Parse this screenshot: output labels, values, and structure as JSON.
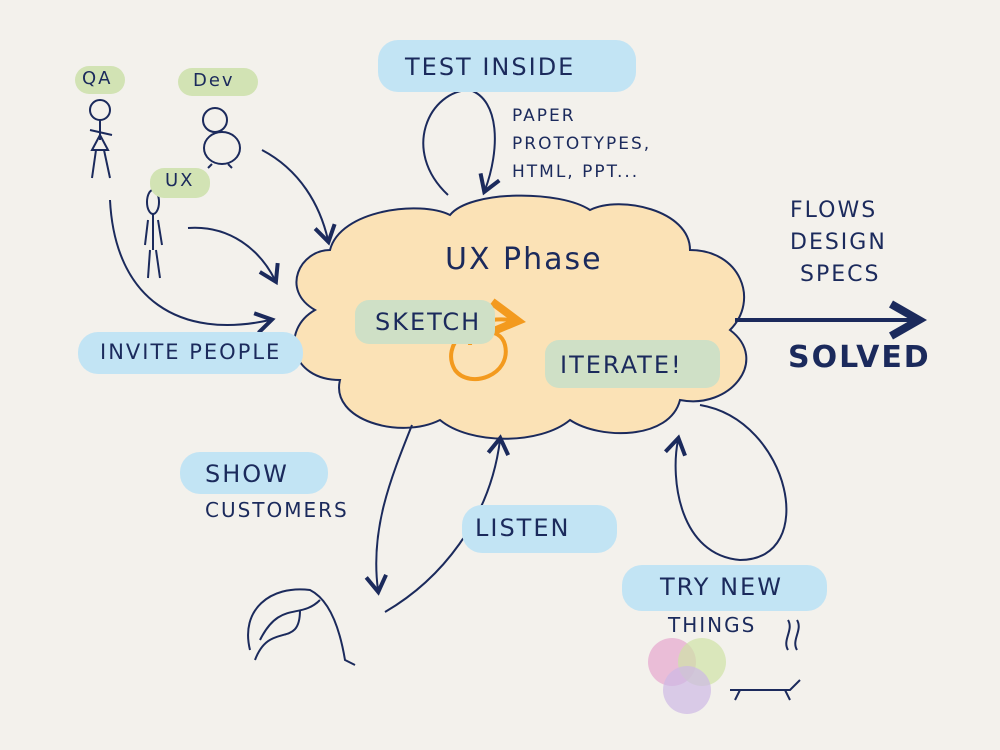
{
  "people": {
    "qa": "QA",
    "dev": "Dev",
    "ux": "UX"
  },
  "test_inside": "TEST INSIDE",
  "prototypes": [
    "PAPER",
    "PROTOTYPES,",
    "HTML, PPT..."
  ],
  "cloud": {
    "title": "UX Phase",
    "sketch": "SKETCH",
    "iterate": "ITERATE!"
  },
  "outputs": [
    "FLOWS",
    "DESIGN",
    "SPECS"
  ],
  "solved": "SOLVED",
  "invite_people": "INVITE PEOPLE",
  "show_customers": [
    "SHOW",
    "CUSTOMERS"
  ],
  "listen": "LISTEN",
  "try_new_things": [
    "TRY NEW",
    "THINGS"
  ],
  "colors": {
    "ink": "#1b2a5c",
    "highlight": "#c2e4f4",
    "tag": "#d2e3b4",
    "cloud": "#fbe2b6",
    "loop": "#f39a1e"
  }
}
